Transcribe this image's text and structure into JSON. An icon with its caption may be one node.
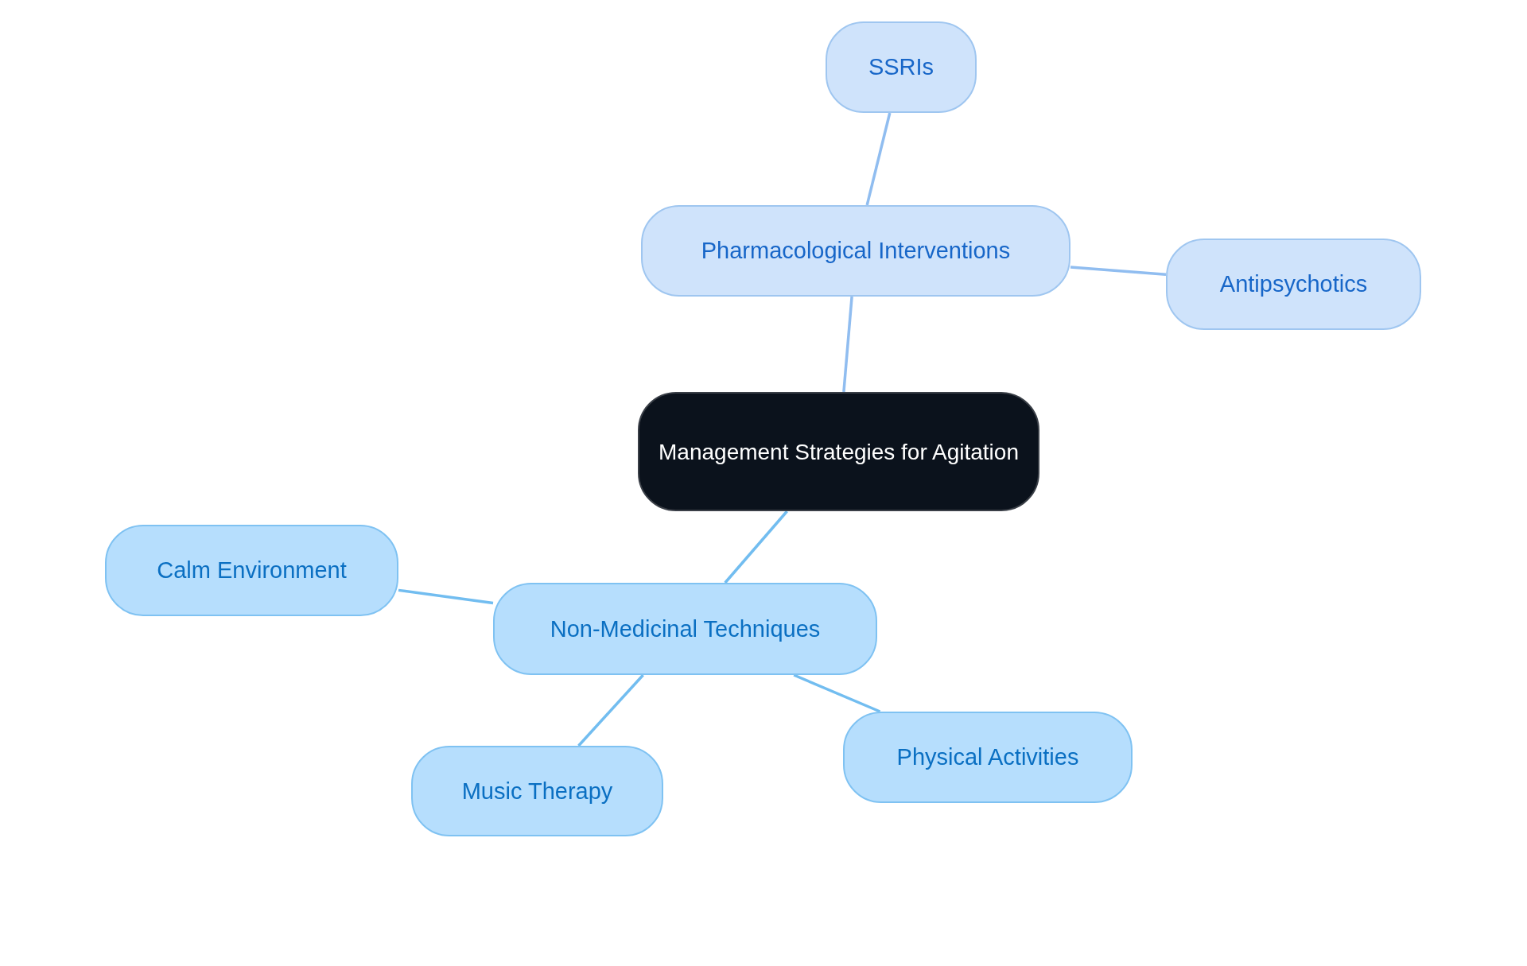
{
  "diagram": {
    "nodes": [
      {
        "text": [
          "Management Strategies for Agitation"
        ]
      },
      {
        "text": [
          "Pharmacological Interventions"
        ]
      },
      {
        "text": [
          "SSRIs"
        ]
      },
      {
        "text": [
          "Antipsychotics"
        ]
      },
      {
        "text": [
          "Non-Medicinal Techniques"
        ]
      },
      {
        "text": [
          "Calm Environment"
        ]
      },
      {
        "text": [
          "Music Therapy"
        ]
      },
      {
        "text": [
          "Physical Activities"
        ]
      }
    ],
    "edges": [
      {
        "from": 0,
        "to": 1,
        "arrow": "none"
      },
      {
        "from": 1,
        "to": 2,
        "arrow": "none"
      },
      {
        "from": 1,
        "to": 3,
        "arrow": "none"
      },
      {
        "from": 0,
        "to": 4,
        "arrow": "none"
      },
      {
        "from": 4,
        "to": 5,
        "arrow": "none"
      },
      {
        "from": 4,
        "to": 6,
        "arrow": "none"
      },
      {
        "from": 4,
        "to": 7,
        "arrow": "none"
      }
    ]
  }
}
